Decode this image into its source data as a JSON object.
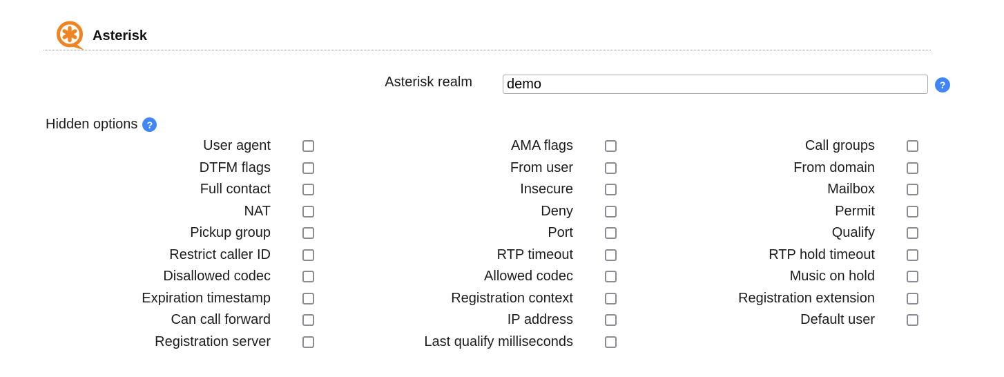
{
  "header": {
    "title": "Asterisk"
  },
  "realm": {
    "label": "Asterisk realm",
    "value": "demo"
  },
  "icons": {
    "help_glyph": "?"
  },
  "hidden_options": {
    "label": "Hidden options",
    "columns": [
      {
        "items": [
          {
            "label": "User agent",
            "checked": false
          },
          {
            "label": "DTFM flags",
            "checked": false
          },
          {
            "label": "Full contact",
            "checked": false
          },
          {
            "label": "NAT",
            "checked": false
          },
          {
            "label": "Pickup group",
            "checked": false
          },
          {
            "label": "Restrict caller ID",
            "checked": false
          },
          {
            "label": "Disallowed codec",
            "checked": false
          },
          {
            "label": "Expiration timestamp",
            "checked": false
          },
          {
            "label": "Can call forward",
            "checked": false
          },
          {
            "label": "Registration server",
            "checked": false
          }
        ]
      },
      {
        "items": [
          {
            "label": "AMA flags",
            "checked": false
          },
          {
            "label": "From user",
            "checked": false
          },
          {
            "label": "Insecure",
            "checked": false
          },
          {
            "label": "Deny",
            "checked": false
          },
          {
            "label": "Port",
            "checked": false
          },
          {
            "label": "RTP timeout",
            "checked": false
          },
          {
            "label": "Allowed codec",
            "checked": false
          },
          {
            "label": "Registration context",
            "checked": false
          },
          {
            "label": "IP address",
            "checked": false
          },
          {
            "label": "Last qualify milliseconds",
            "checked": false
          }
        ]
      },
      {
        "items": [
          {
            "label": "Call groups",
            "checked": false
          },
          {
            "label": "From domain",
            "checked": false
          },
          {
            "label": "Mailbox",
            "checked": false
          },
          {
            "label": "Permit",
            "checked": false
          },
          {
            "label": "Qualify",
            "checked": false
          },
          {
            "label": "RTP hold timeout",
            "checked": false
          },
          {
            "label": "Music on hold",
            "checked": false
          },
          {
            "label": "Registration extension",
            "checked": false
          },
          {
            "label": "Default user",
            "checked": false
          }
        ]
      }
    ]
  },
  "colors": {
    "brand_orange": "#ee8522",
    "help_blue": "#4285f4",
    "checkbox_border": "#8b8b94"
  }
}
